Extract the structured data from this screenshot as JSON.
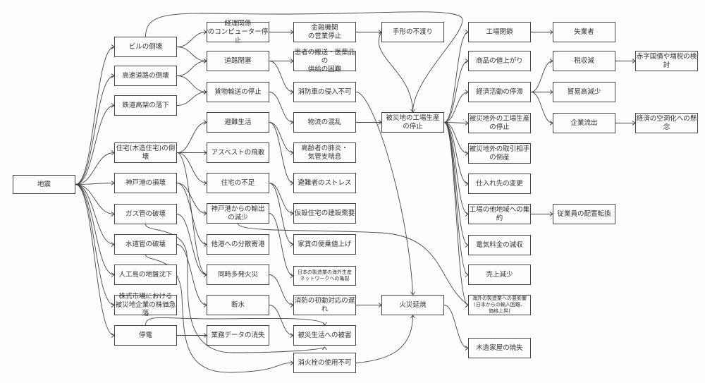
{
  "title": "地震の影響連関図",
  "nodes": {
    "earthquake": "地震",
    "building": "ビルの倒壊",
    "highway": "高速道路の倒壊",
    "railway": "鉄道高架の落下",
    "housing": "住宅(木造住宅)の倒壊",
    "kobe_port": "神戸港の損壊",
    "gas": "ガス管の破壊",
    "water": "水道管の破壊",
    "island": "人工島の地盤沈下",
    "stock": "株式市場における\n被災地企業の株価急落",
    "blackout": "停電",
    "accounting": "経理関係\nのコンピューター停止",
    "road_block": "道路閉塞",
    "freight": "貨物輸送の停止",
    "evacuation": "避難生活",
    "asbestos": "アスベストの飛散",
    "house_short": "住宅の不足",
    "export": "神戸港からの輸出\nの減少",
    "other_ports": "他港への分散寄港",
    "fires": "同時多発火災",
    "water_cut": "断水",
    "data_loss": "業務データの消失",
    "finance": "金融機関\nの営業停止",
    "patients": "患者の搬送・医薬品の\n供給の困難",
    "fire_truck": "消防車の侵入不可",
    "logistics": "物流の混乱",
    "elderly": "高齢者の肺炎・\n気管支喘息",
    "stress": "避難者のストレス",
    "temp_housing": "仮設住宅の建設需要",
    "rent": "家賃の便乗値上げ",
    "network": "日本の製造業の海外生産\nネットワークへの亀裂",
    "fire_delay": "消防の初動対応の遅れ",
    "life_damage": "被災生活への被害",
    "hydrant": "消火栓の使用不可",
    "bills": "手形の不渡り",
    "factory_stop": "被災地の工場生産\nの停止",
    "fire_spread": "火災延焼",
    "closure": "工場閉鎖",
    "price_up": "商品の値上がり",
    "econ_stall": "経済活動の停滞",
    "outside_factory": "被災地外の工場生産\nの停止",
    "partner_bankrupt": "被災地外の取引相手\nの倒産",
    "supplier_change": "仕入れ先の変更",
    "consolidation": "工場の他地域への集約",
    "power_revenue": "電気料金の減収",
    "sales_down": "売上減少",
    "overseas": "海外の製造業への悪影響\n(日本からの輸入困難、\n価格上昇)",
    "wood_burn": "木造家屋の焼失",
    "unemployed": "失業者",
    "tax_down": "税収減",
    "trade_down": "貿易高減少",
    "company_exit": "企業流出",
    "deficit": "赤字国債や増税の検討",
    "hollowing": "経済の空洞化への懸念",
    "staff_transfer": "従業員の配置転換"
  },
  "edges": [
    [
      "earthquake",
      "building"
    ],
    [
      "earthquake",
      "highway"
    ],
    [
      "earthquake",
      "railway"
    ],
    [
      "earthquake",
      "housing"
    ],
    [
      "earthquake",
      "kobe_port"
    ],
    [
      "earthquake",
      "gas"
    ],
    [
      "earthquake",
      "water"
    ],
    [
      "earthquake",
      "island"
    ],
    [
      "earthquake",
      "stock"
    ],
    [
      "earthquake",
      "blackout"
    ],
    [
      "building",
      "accounting"
    ],
    [
      "building",
      "road_block"
    ],
    [
      "highway",
      "road_block"
    ],
    [
      "highway",
      "freight"
    ],
    [
      "railway",
      "freight"
    ],
    [
      "housing",
      "evacuation"
    ],
    [
      "housing",
      "asbestos"
    ],
    [
      "housing",
      "house_short"
    ],
    [
      "housing",
      "fires"
    ],
    [
      "kobe_port",
      "export"
    ],
    [
      "kobe_port",
      "other_ports"
    ],
    [
      "gas",
      "fires"
    ],
    [
      "water",
      "water_cut"
    ],
    [
      "blackout",
      "data_loss"
    ],
    [
      "accounting",
      "finance"
    ],
    [
      "road_block",
      "patients"
    ],
    [
      "road_block",
      "fire_truck"
    ],
    [
      "freight",
      "logistics"
    ],
    [
      "evacuation",
      "elderly"
    ],
    [
      "evacuation",
      "stress"
    ],
    [
      "house_short",
      "temp_housing"
    ],
    [
      "house_short",
      "rent"
    ],
    [
      "export",
      "network"
    ],
    [
      "fires",
      "fire_delay"
    ],
    [
      "water_cut",
      "life_damage"
    ],
    [
      "finance",
      "bills"
    ],
    [
      "logistics",
      "factory_stop"
    ],
    [
      "fire_delay",
      "fire_spread"
    ],
    [
      "fire_truck",
      "fire_spread"
    ],
    [
      "hydrant",
      "fire_spread"
    ],
    [
      "factory_stop",
      "closure"
    ],
    [
      "factory_stop",
      "price_up"
    ],
    [
      "factory_stop",
      "econ_stall"
    ],
    [
      "factory_stop",
      "outside_factory"
    ],
    [
      "factory_stop",
      "partner_bankrupt"
    ],
    [
      "factory_stop",
      "supplier_change"
    ],
    [
      "factory_stop",
      "consolidation"
    ],
    [
      "factory_stop",
      "power_revenue"
    ],
    [
      "factory_stop",
      "sales_down"
    ],
    [
      "factory_stop",
      "overseas"
    ],
    [
      "fire_spread",
      "wood_burn"
    ],
    [
      "closure",
      "unemployed"
    ],
    [
      "econ_stall",
      "tax_down"
    ],
    [
      "econ_stall",
      "trade_down"
    ],
    [
      "econ_stall",
      "company_exit"
    ],
    [
      "tax_down",
      "deficit"
    ],
    [
      "company_exit",
      "hollowing"
    ],
    [
      "consolidation",
      "staff_transfer"
    ],
    [
      "building",
      "factory_stop"
    ],
    [
      "bills",
      "factory_stop"
    ],
    [
      "gas",
      "life_damage"
    ],
    [
      "water",
      "hydrant"
    ],
    [
      "blackout",
      "life_damage"
    ],
    [
      "export",
      "overseas"
    ]
  ],
  "colors": {
    "line": "#444444",
    "border": "#444444",
    "text": "#333333"
  }
}
